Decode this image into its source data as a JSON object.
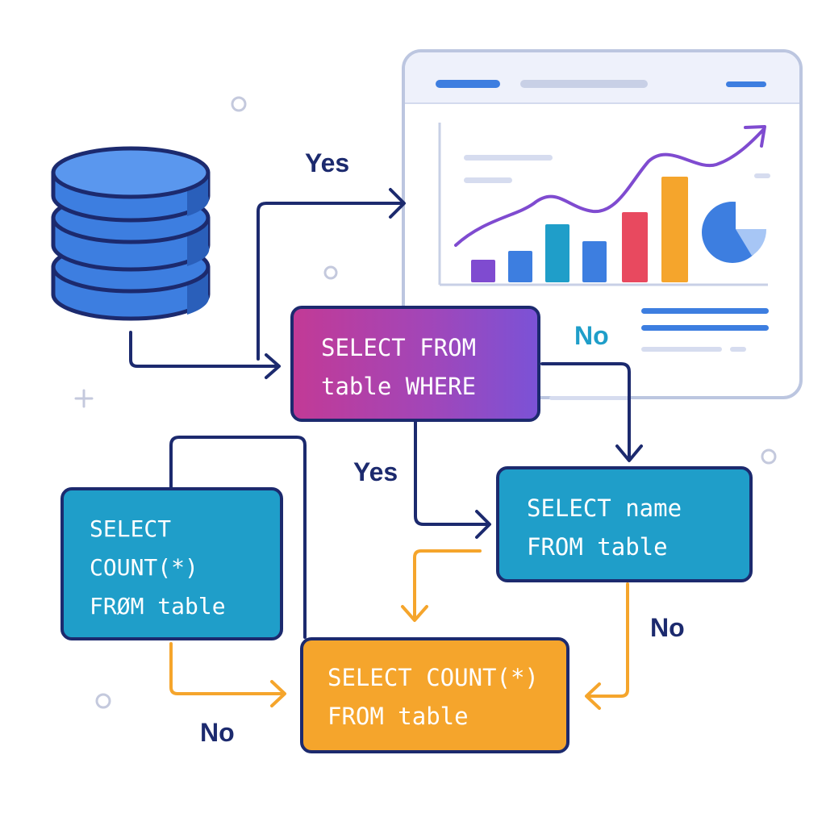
{
  "nodes": {
    "where": {
      "line1": "SELECT FROM",
      "line2": "table WHERE"
    },
    "name": {
      "line1": "SELECT name",
      "line2": "FROM table"
    },
    "count_left": {
      "line1": "SELECT",
      "line2": "COUNT(*)",
      "line3": "FRØM table"
    },
    "count_bottom": {
      "line1": "SELECT COUNT(*)",
      "line2": "FROM table"
    }
  },
  "edge_labels": {
    "yes_top": "Yes",
    "no_top": "No",
    "yes_mid": "Yes",
    "no_right": "No",
    "no_bottom": "No"
  },
  "icons": [
    "database-icon",
    "dashboard-icon",
    "line-chart-icon",
    "bar-chart-icon",
    "pie-chart-icon"
  ],
  "colors": {
    "navy": "#1c2a6e",
    "blue": "#3d7ee0",
    "teal": "#1f9ec9",
    "orange": "#f5a52c",
    "magenta": "#c23a96",
    "violet": "#7b52d6"
  }
}
